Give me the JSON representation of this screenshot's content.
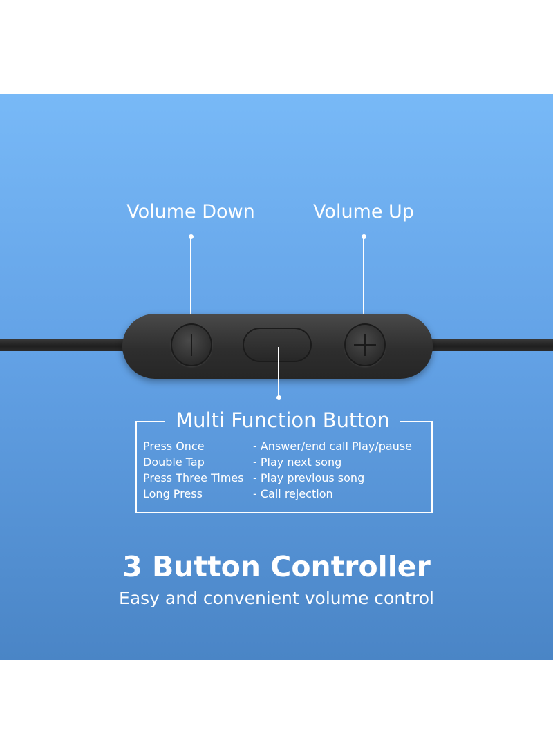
{
  "labels": {
    "volume_down": "Volume Down",
    "volume_up": "Volume Up"
  },
  "multi_function": {
    "title": "Multi Function Button",
    "rows": [
      {
        "action": "Press Once",
        "result": "- Answer/end call Play/pause"
      },
      {
        "action": "Double Tap",
        "result": "- Play next song"
      },
      {
        "action": "Press Three Times",
        "result": "- Play previous song"
      },
      {
        "action": "Long Press",
        "result": "- Call rejection"
      }
    ]
  },
  "headline": "3 Button Controller",
  "subheadline": "Easy and convenient volume control",
  "colors": {
    "panel_top": "#78b9f7",
    "panel_bottom": "#4a85c6",
    "remote": "#2e2e2e",
    "text": "#ffffff"
  },
  "icons": {
    "volume_down_button": "minus-icon",
    "volume_up_button": "plus-icon"
  }
}
